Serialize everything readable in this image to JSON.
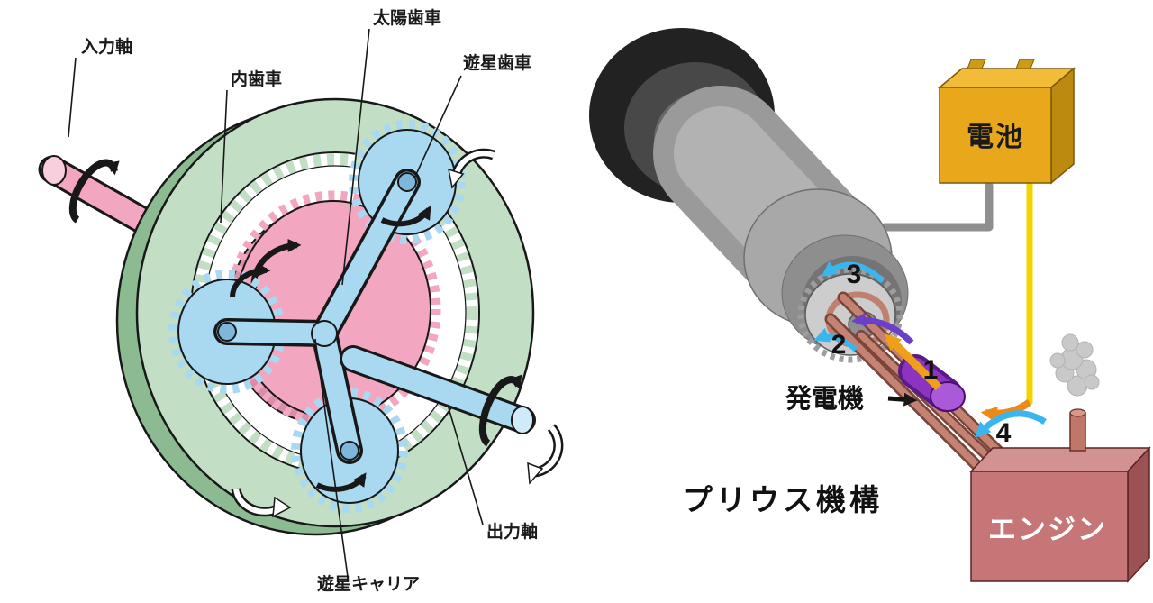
{
  "planetary": {
    "input_shaft": "入力軸",
    "ring_gear": "内歯車",
    "sun_gear": "太陽歯車",
    "planet_gear": "遊星歯車",
    "output_shaft": "出力軸",
    "planet_carrier": "遊星キャリア",
    "colors": {
      "ring_gear": "#c2dfc6",
      "sun_gear": "#f2a6c0",
      "planet_and_carrier": "#a9d9f0",
      "input_shaft": "#f2a6c0",
      "output_shaft": "#a9d9f0"
    }
  },
  "prius": {
    "title": "プリウス機構",
    "battery": "電池",
    "generator": "発電機",
    "engine": "エンジン",
    "markers": {
      "one": "1",
      "two": "2",
      "three": "3",
      "four": "4"
    },
    "colors": {
      "battery": "#e9a81c",
      "engine": "#c67676",
      "shaft": "#9a9a9a",
      "battery_cable": "#f2d400",
      "generator_body": "#8c34c0",
      "flow_arrow_cyan": "#3ab6ee",
      "flow_arrow_orange": "#f08818"
    }
  }
}
